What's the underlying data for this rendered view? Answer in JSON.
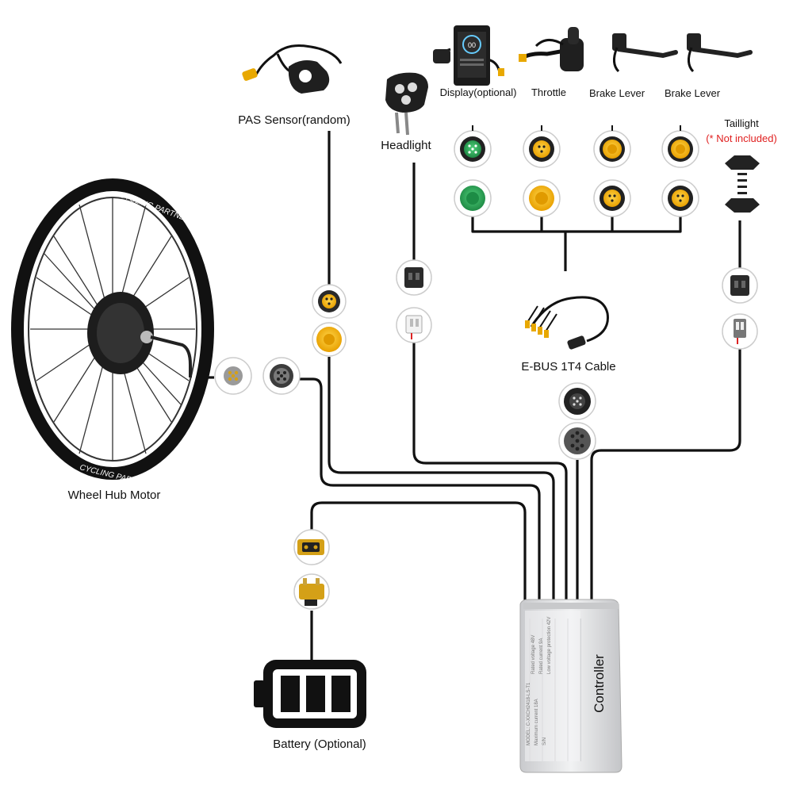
{
  "labels": {
    "pas_sensor": "PAS Sensor(random)",
    "headlight": "Headlight",
    "display": "Display(optional)",
    "throttle": "Throttle",
    "brake_lever_1": "Brake Lever",
    "brake_lever_2": "Brake Lever",
    "taillight": "Taillight",
    "taillight_note": "(* Not included)",
    "ebus_cable": "E-BUS 1T4 Cable",
    "wheel_hub_motor": "Wheel Hub Motor",
    "battery": "Battery (Optional)",
    "controller": "Controller"
  },
  "wheel_rim_text": {
    "top": "CYCLING PARTNER",
    "bottom": "CYCLING PARTNER"
  },
  "controller_spec": {
    "model": "MODEL: C-XXCH2418-LS-T1",
    "rated_voltage": "Rated voltage 48V",
    "max_current": "Maximum current 18A",
    "rated_current": "Rated current 9A",
    "sn": "S/N",
    "low_voltage": "Low voltage protection 42V"
  },
  "colors": {
    "wire": "#111111",
    "connector_yellow": "#f4b400",
    "connector_green": "#2aa55a",
    "note_red": "#e02020",
    "controller_body": "#d9dadc"
  },
  "icons": {
    "battery": "battery-icon",
    "taillight": "taillight-icon",
    "headlight": "headlight-icon",
    "display": "display-icon",
    "throttle": "throttle-icon",
    "brake": "brake-lever-icon",
    "pas": "pas-sensor-icon",
    "wheel": "wheel-hub-motor-icon",
    "cable": "ebus-cable-icon",
    "controller": "controller-icon"
  }
}
